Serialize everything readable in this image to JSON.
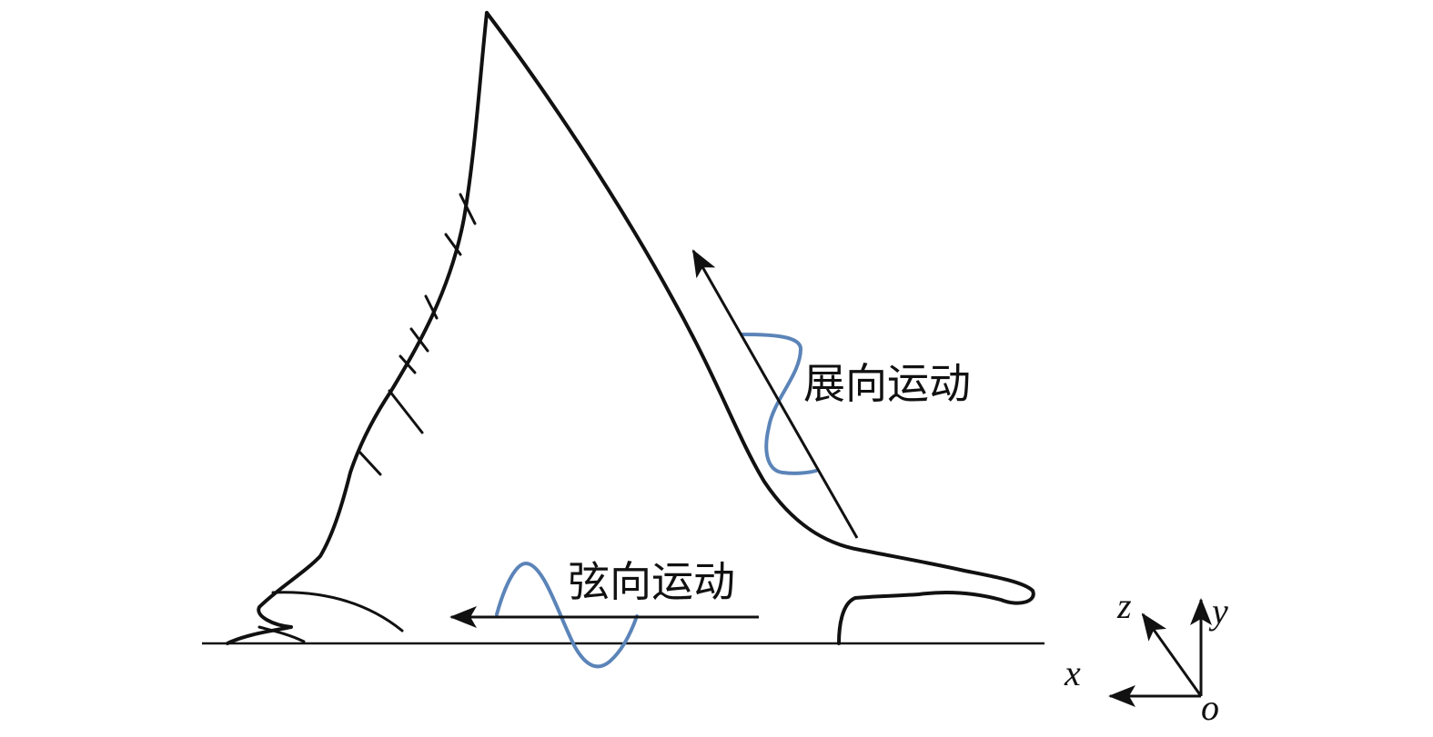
{
  "labels": {
    "spanwise_motion": "展向运动",
    "chordwise_motion": "弦向运动"
  },
  "axes": {
    "x": "x",
    "y": "y",
    "z": "z",
    "origin": "o"
  },
  "colors": {
    "outline": "#111111",
    "wave": "#5b84b8"
  }
}
